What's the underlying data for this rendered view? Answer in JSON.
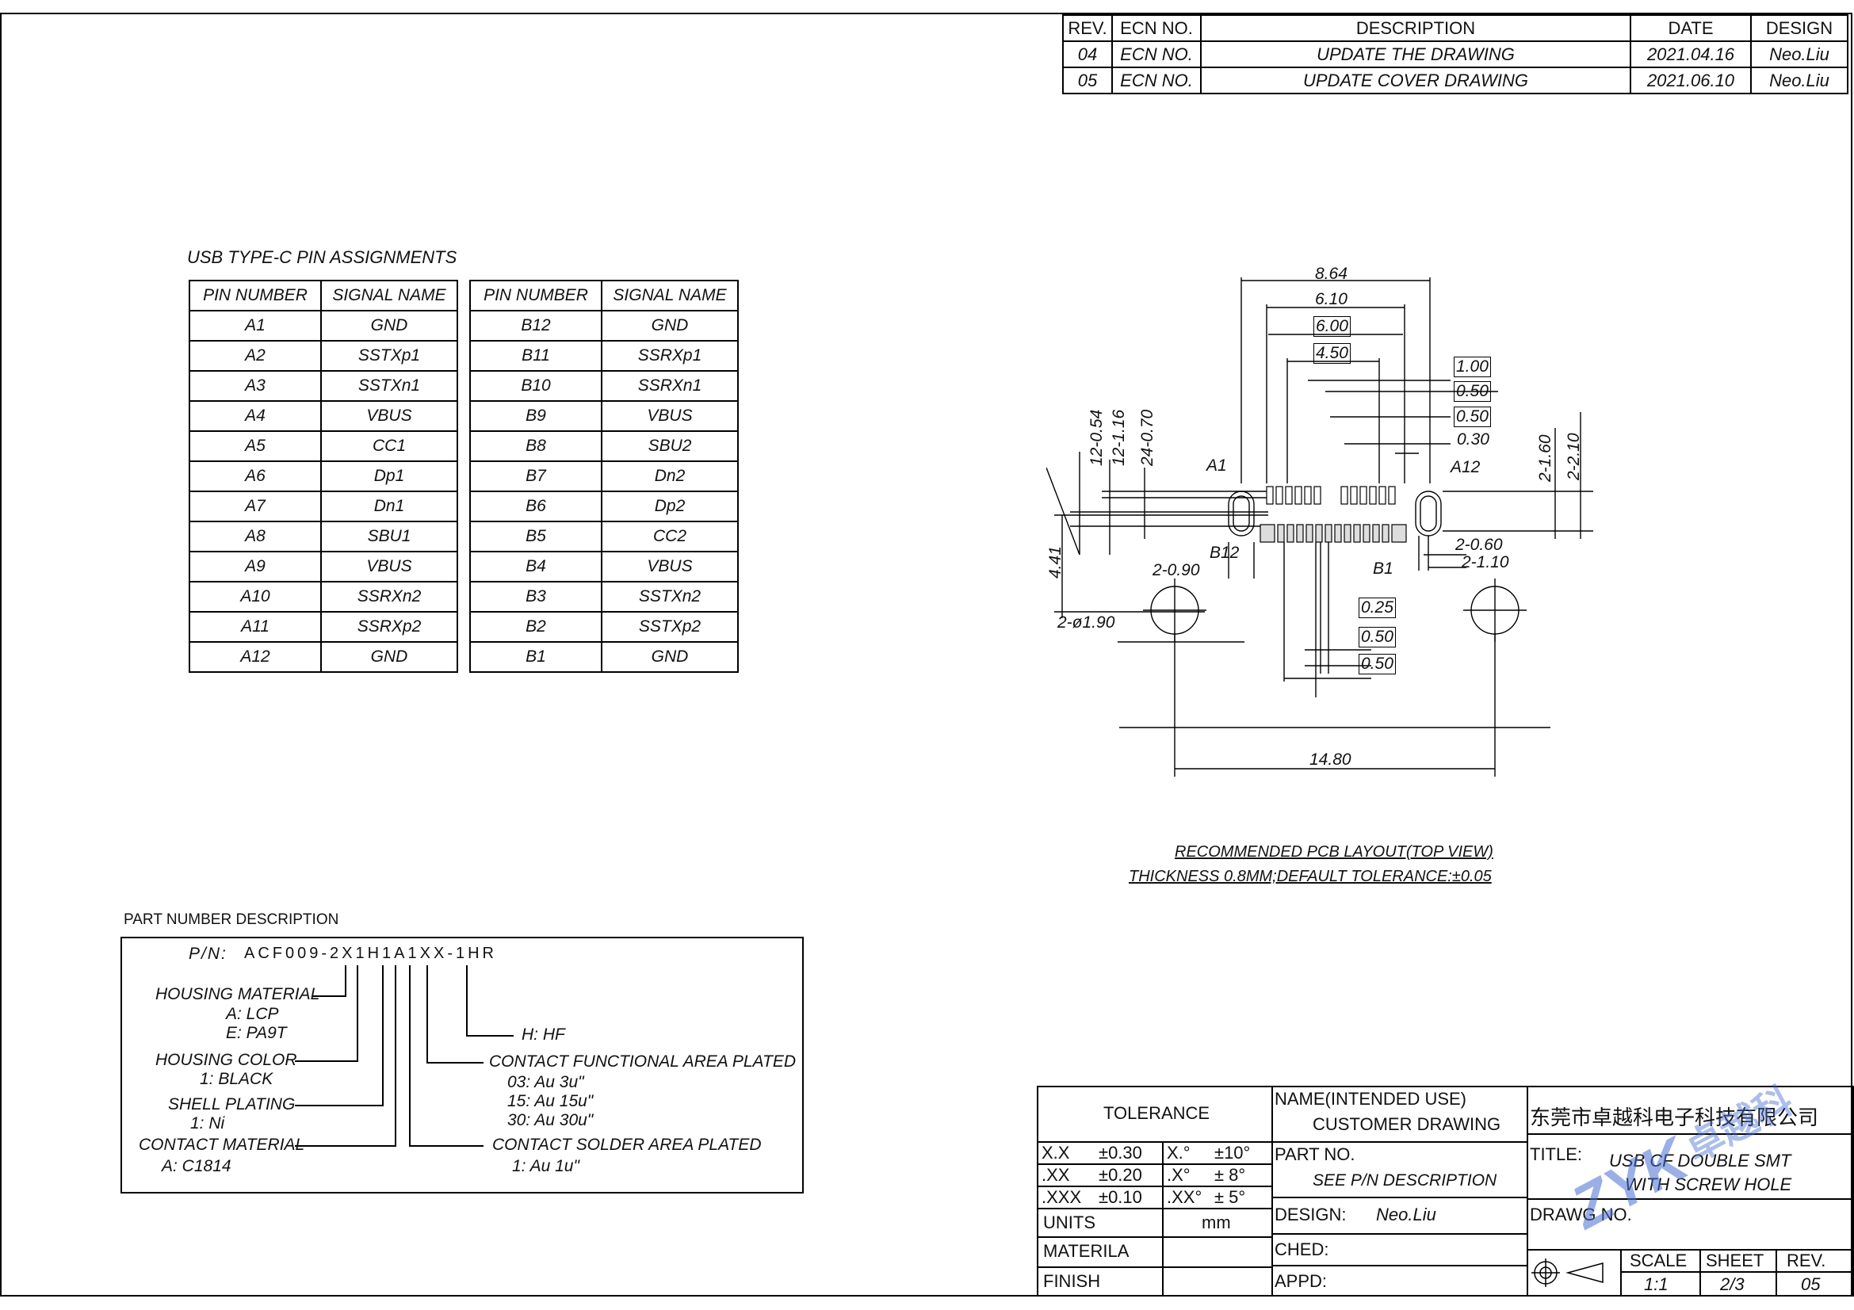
{
  "revision_table": {
    "headers": [
      "REV.",
      "ECN NO.",
      "DESCRIPTION",
      "DATE",
      "DESIGN"
    ],
    "rows": [
      [
        "04",
        "ECN NO.",
        "UPDATE THE DRAWING",
        "2021.04.16",
        "Neo.Liu"
      ],
      [
        "05",
        "ECN NO.",
        "UPDATE COVER DRAWING",
        "2021.06.10",
        "Neo.Liu"
      ]
    ]
  },
  "pin_table": {
    "title": "USB TYPE-C PIN ASSIGNMENTS",
    "headers": [
      "PIN NUMBER",
      "SIGNAL NAME",
      "PIN NUMBER",
      "SIGNAL NAME"
    ],
    "rows": [
      [
        "A1",
        "GND",
        "B12",
        "GND"
      ],
      [
        "A2",
        "SSTXp1",
        "B11",
        "SSRXp1"
      ],
      [
        "A3",
        "SSTXn1",
        "B10",
        "SSRXn1"
      ],
      [
        "A4",
        "VBUS",
        "B9",
        "VBUS"
      ],
      [
        "A5",
        "CC1",
        "B8",
        "SBU2"
      ],
      [
        "A6",
        "Dp1",
        "B7",
        "Dn2"
      ],
      [
        "A7",
        "Dn1",
        "B6",
        "Dp2"
      ],
      [
        "A8",
        "SBU1",
        "B5",
        "CC2"
      ],
      [
        "A9",
        "VBUS",
        "B4",
        "VBUS"
      ],
      [
        "A10",
        "SSRXn2",
        "B3",
        "SSTXn2"
      ],
      [
        "A11",
        "SSRXp2",
        "B2",
        "SSTXp2"
      ],
      [
        "A12",
        "GND",
        "B1",
        "GND"
      ]
    ]
  },
  "pcb_layout": {
    "dims_top": [
      "8.64",
      "6.10",
      "6.00",
      "4.50",
      "1.00",
      "0.50",
      "0.50",
      "0.30"
    ],
    "dims_left": [
      "12-0.54",
      "12-1.16",
      "24-0.70"
    ],
    "dims_right": [
      "2-1.60",
      "2-2.10"
    ],
    "dim_441": "4.41",
    "labels": {
      "a1": "A1",
      "a12": "A12",
      "b12": "B12",
      "b1": "B1"
    },
    "dims_mid": [
      "2-0.60",
      "2-1.10",
      "2-0.90",
      "2-ø1.90"
    ],
    "dims_bottom": [
      "0.25",
      "0.50",
      "0.50"
    ],
    "width_dim": "14.80",
    "caption1": "RECOMMENDED PCB LAYOUT(TOP VIEW)",
    "caption2": "THICKNESS 0.8MM;DEFAULT TOLERANCE:±0.05"
  },
  "part_number": {
    "heading": "PART NUMBER DESCRIPTION",
    "pn_label": "P/N:",
    "pn_value": "ACF009-2X1H1A1XX-1HR",
    "housing_material": {
      "label": "HOUSING MATERIAL",
      "options": [
        "A: LCP",
        "E: PA9T"
      ]
    },
    "housing_color": {
      "label": "HOUSING COLOR",
      "options": [
        "1: BLACK"
      ]
    },
    "shell_plating": {
      "label": "SHELL PLATING",
      "options": [
        "1: Ni"
      ]
    },
    "contact_material": {
      "label": "CONTACT MATERIAL",
      "options": [
        "A: C1814"
      ]
    },
    "hf": "H: HF",
    "contact_functional": {
      "label": "CONTACT FUNCTIONAL AREA PLATED",
      "options": [
        "03: Au 3u\"",
        "15: Au 15u\"",
        "30: Au 30u\""
      ]
    },
    "contact_solder": {
      "label": "CONTACT SOLDER AREA PLATED",
      "options": [
        "1: Au 1u\""
      ]
    }
  },
  "title_block": {
    "tolerance_label": "TOLERANCE",
    "tol_rows": [
      [
        "X.X",
        "±0.30",
        "X.°",
        "±10°"
      ],
      [
        ".XX",
        "±0.20",
        ".X°",
        "± 8°"
      ],
      [
        ".XXX",
        "±0.10",
        ".XX°",
        "± 5°"
      ]
    ],
    "units_label": "UNITS",
    "units_value": "mm",
    "material_label": "MATERILA",
    "finish_label": "FINISH",
    "name_label": "NAME(INTENDED USE)",
    "name_value": "CUSTOMER DRAWING",
    "part_no_label": "PART NO.",
    "part_no_value": "SEE P/N DESCRIPTION",
    "design_label": "DESIGN:",
    "design_value": "Neo.Liu",
    "ched_label": "CHED:",
    "appd_label": "APPD:",
    "company": "东莞市卓越科电子科技有限公司",
    "title_label": "TITLE:",
    "title_line1": "USB CF DOUBLE SMT",
    "title_line2": "WITH SCREW HOLE",
    "drawg_label": "DRAWG NO.",
    "scale_label": "SCALE",
    "scale_value": "1:1",
    "sheet_label": "SHEET",
    "sheet_value": "2/3",
    "rev_label": "REV.",
    "rev_value": "05",
    "watermark": "卓越科",
    "logo_text": "ZYK"
  }
}
